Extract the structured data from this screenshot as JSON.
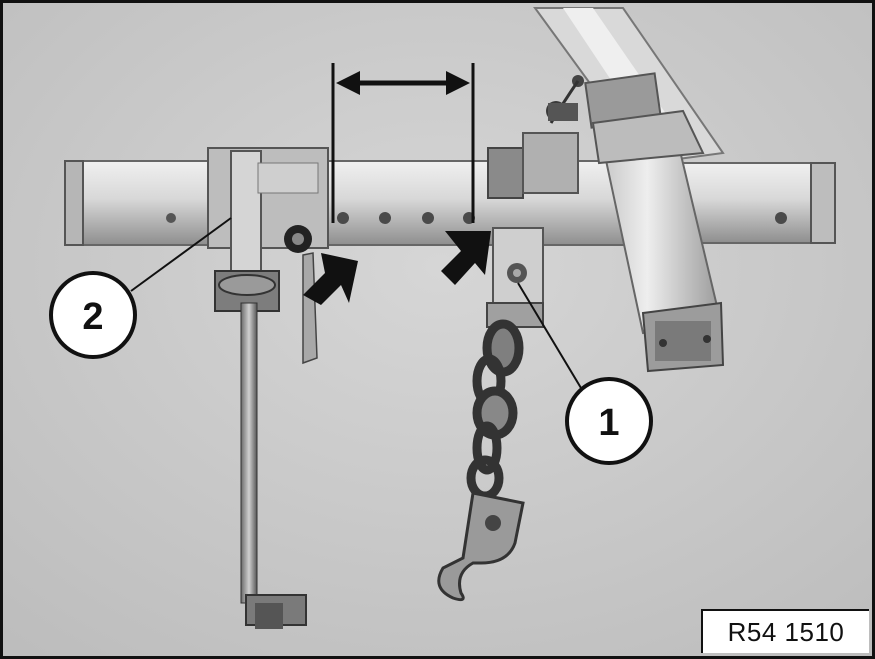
{
  "callouts": {
    "item_1": "1",
    "item_2": "2"
  },
  "reference_code": "R54 1510",
  "colors": {
    "background": "#cfcfcf",
    "metal_light": "#e4e4e4",
    "metal_mid": "#a9a9a9",
    "metal_dark": "#555555",
    "ink": "#111111"
  }
}
